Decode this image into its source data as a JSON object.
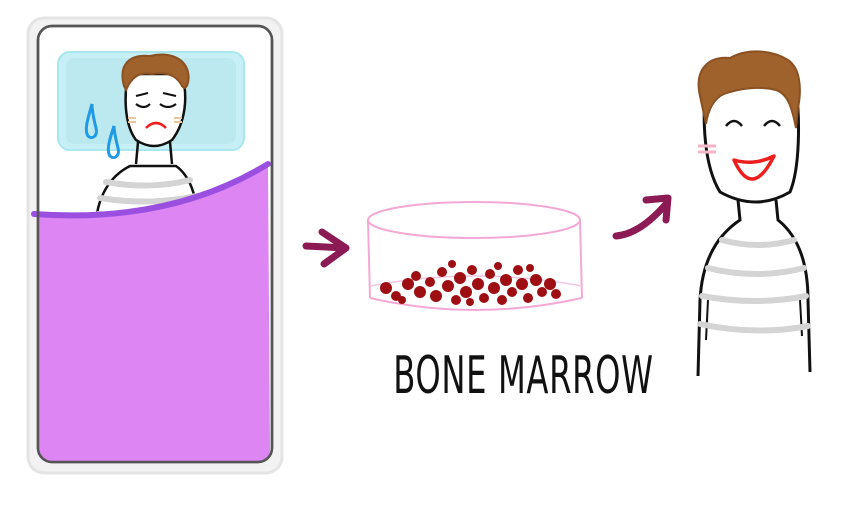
{
  "caption": "BONE MARROW",
  "colors": {
    "blanket": "#dd85f3",
    "blanket_edge": "#9b4fe0",
    "bed_frame": "#eaeaea",
    "pillow": "#c6f0f5",
    "hair": "#a0622c",
    "tears": "#1f9ae6",
    "arrow": "#8c1a55",
    "dish_outline": "#f4a9d4",
    "marrow_cells": "#9e0f14",
    "smile": "#ee1e1e",
    "cheeks": "#f4b6c6",
    "shirt_stripes": "#d4d4d4"
  },
  "icons": [
    "sick-person-in-bed",
    "arrow-right-icon",
    "petri-dish-icon",
    "arrow-up-right-icon",
    "happy-person"
  ]
}
